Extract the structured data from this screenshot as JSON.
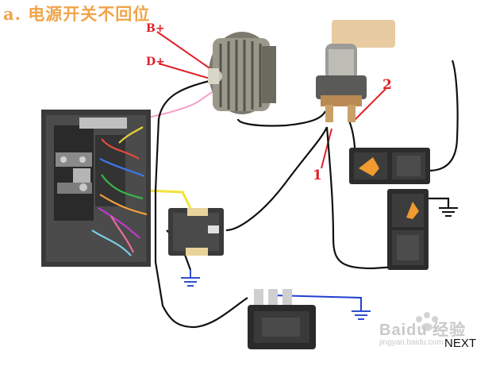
{
  "title": "a. 电源开关不回位",
  "labels": {
    "b_plus": "B+",
    "d_plus": "D+",
    "one": "1",
    "two": "2"
  },
  "nav": {
    "next": "NEXT"
  },
  "watermark": {
    "main": "Baidu 经验",
    "sub": "jingyan.baidu.com"
  },
  "colors": {
    "title": "#f0a44a",
    "label_red": "#e0202a",
    "ground": "#2f4fd0",
    "wire_black": "#111111",
    "wire_pink": "#f5a0c8",
    "wire_yellow": "#f2e23c",
    "wire_blue": "#2040d0"
  }
}
